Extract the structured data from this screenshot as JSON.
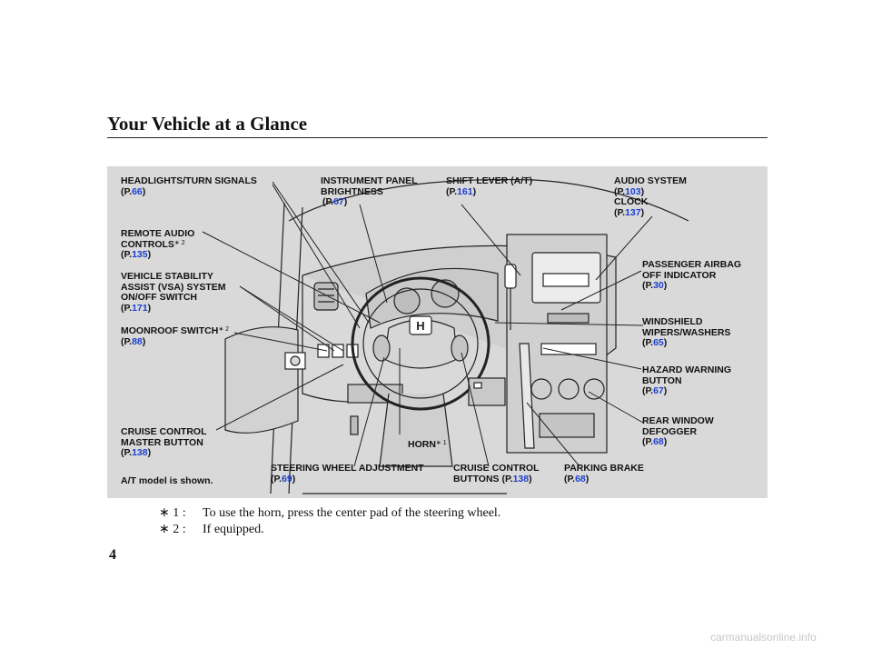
{
  "header": {
    "title": "Your Vehicle at a Glance"
  },
  "figure": {
    "labels": {
      "headlights": {
        "lines": [
          "HEADLIGHTS/TURN SIGNALS"
        ],
        "page": "66"
      },
      "instrument_panel": {
        "lines": [
          "INSTRUMENT PANEL",
          "BRIGHTNESS"
        ],
        "page": "67"
      },
      "shift_lever": {
        "lines": [
          "SHIFT LEVER (A/T)"
        ],
        "page": "161"
      },
      "audio_system": {
        "lines": [
          "AUDIO SYSTEM"
        ],
        "page": "103"
      },
      "clock": {
        "lines": [
          "CLOCK"
        ],
        "page": "137"
      },
      "remote_audio": {
        "lines": [
          "REMOTE AUDIO",
          "CONTROLS"
        ],
        "mark": "∗ 2",
        "page": "135"
      },
      "passenger_airbag": {
        "lines": [
          "PASSENGER AIRBAG",
          "OFF INDICATOR"
        ],
        "page": "30"
      },
      "vsa": {
        "lines": [
          "VEHICLE STABILITY",
          "ASSIST (VSA) SYSTEM",
          "ON/OFF SWITCH"
        ],
        "page": "171"
      },
      "moonroof": {
        "lines": [
          "MOONROOF SWITCH"
        ],
        "mark": "∗ 2",
        "page": "88"
      },
      "wipers": {
        "lines": [
          "WINDSHIELD",
          "WIPERS/WASHERS"
        ],
        "page": "65"
      },
      "hazard": {
        "lines": [
          "HAZARD WARNING",
          "BUTTON"
        ],
        "page": "67"
      },
      "rear_defogger": {
        "lines": [
          "REAR WINDOW",
          "DEFOGGER"
        ],
        "page": "68"
      },
      "cruise_master": {
        "lines": [
          "CRUISE CONTROL",
          "MASTER BUTTON"
        ],
        "page": "138"
      },
      "horn": {
        "lines": [
          "HORN"
        ],
        "mark": "∗ 1"
      },
      "steering_adjust": {
        "lines": [
          "STEERING WHEEL ADJUSTMENT"
        ],
        "page": "69"
      },
      "cruise_buttons": {
        "lines": [
          "CRUISE CONTROL",
          "BUTTONS"
        ],
        "page": "138"
      },
      "parking_brake": {
        "lines": [
          "PARKING BRAKE"
        ],
        "page": "68"
      }
    },
    "caption": "A/T model is shown.",
    "ref_prefix": "(P.",
    "ref_suffix": ")"
  },
  "footnotes": [
    {
      "mark": "∗ 1 :",
      "text": "To use the horn, press the center pad of the steering wheel."
    },
    {
      "mark": "∗ 2 :",
      "text": "If equipped."
    }
  ],
  "page_number": "4",
  "watermark": "carmanualsonline.info",
  "colors": {
    "page_ref": "#1a3fd0",
    "figure_bg": "#d9d9d9",
    "text": "#111111"
  }
}
